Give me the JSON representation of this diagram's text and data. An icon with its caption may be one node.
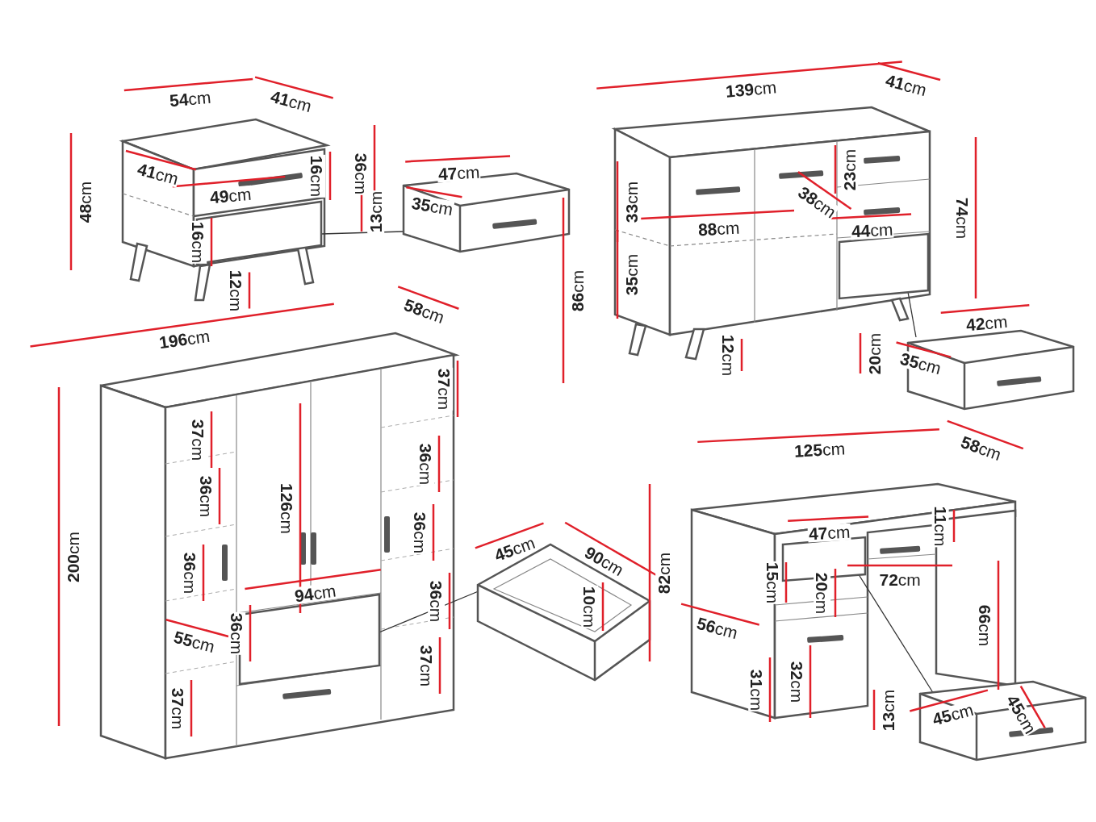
{
  "diagram": {
    "nodes": [
      {
        "text": [],
        "shape": "box"
      },
      {
        "text": [],
        "shape": "picture"
      },
      {
        "text": [],
        "shape": "box"
      },
      {
        "text": [],
        "shape": "picture"
      },
      {
        "text": [],
        "shape": "box"
      },
      {
        "text": [],
        "shape": "picture"
      },
      {
        "text": [],
        "shape": "box"
      },
      {
        "text": [],
        "shape": "picture"
      }
    ],
    "edges": [
      {
        "from": 0,
        "to": 1,
        "arrow": "none"
      },
      {
        "from": 2,
        "to": 3,
        "arrow": "none"
      },
      {
        "from": 4,
        "to": 5,
        "arrow": "none"
      },
      {
        "from": 6,
        "to": 7,
        "arrow": "none"
      }
    ],
    "labels": [
      "**54**cm",
      "**41**cm",
      "**48**cm",
      "**41**cm",
      "**36**cm",
      "**16**cm",
      "**49**cm",
      "**16**cm",
      "**12**cm",
      "**47**cm",
      "**13**cm",
      "**35**cm",
      "**139**cm",
      "**41**cm",
      "**33**cm",
      "**23**cm",
      "**38**cm",
      "**88**cm",
      "**74**cm",
      "**44**cm",
      "**86**cm",
      "**35**cm",
      "**12**cm",
      "**42**cm",
      "**20**cm",
      "**35**cm",
      "**58**cm",
      "**196**cm",
      "**37**cm",
      "**37**cm",
      "**36**cm",
      "**126**cm",
      "**36**cm",
      "**36**cm",
      "**200**cm",
      "**36**cm",
      "**36**cm",
      "**94**cm",
      "**36**cm",
      "**55**cm",
      "**37**cm",
      "**37**cm",
      "**45**cm",
      "**90**cm",
      "**10**cm",
      "**125**cm",
      "**58**cm",
      "**82**cm",
      "**47**cm",
      "**11**cm",
      "**15**cm",
      "**72**cm",
      "**20**cm",
      "**66**cm",
      "**56**cm",
      "**32**cm",
      "**31**cm",
      "**13**cm",
      "**45**cm",
      "**45**cm"
    ]
  }
}
